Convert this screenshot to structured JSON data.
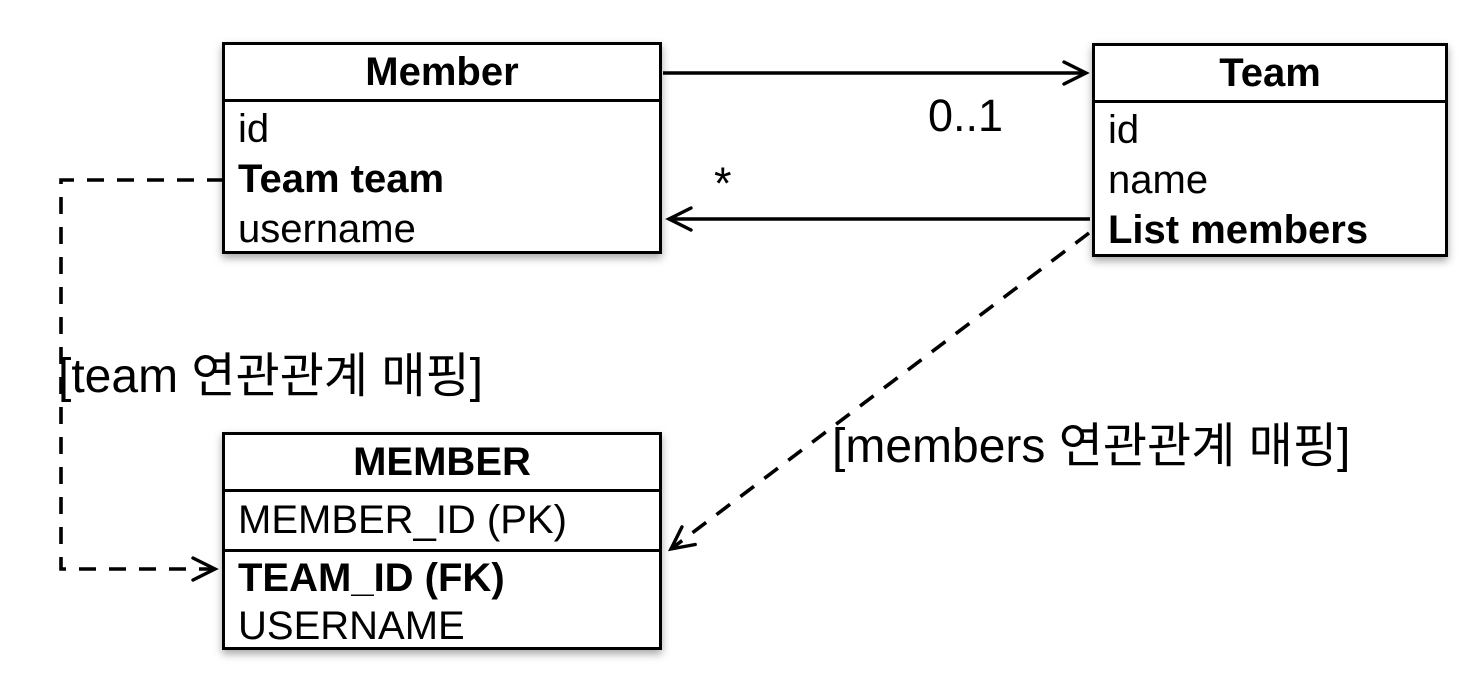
{
  "diagram": {
    "member_class": {
      "title": "Member",
      "field_id": "id",
      "field_team": "Team team",
      "field_username": "username"
    },
    "team_class": {
      "title": "Team",
      "field_id": "id",
      "field_name": "name",
      "field_members": "List members"
    },
    "member_table": {
      "title": "MEMBER",
      "col_member_id": "MEMBER_ID (PK)",
      "col_team_id": "TEAM_ID (FK)",
      "col_username": "USERNAME"
    },
    "relations": {
      "member_to_team_multiplicity": "0..1",
      "team_to_member_multiplicity": "*",
      "team_mapping_label": "[team 연관관계 매핑]",
      "members_mapping_label": "[members 연관관계 매핑]"
    },
    "colors": {
      "line": "#000000",
      "background": "#ffffff"
    }
  }
}
